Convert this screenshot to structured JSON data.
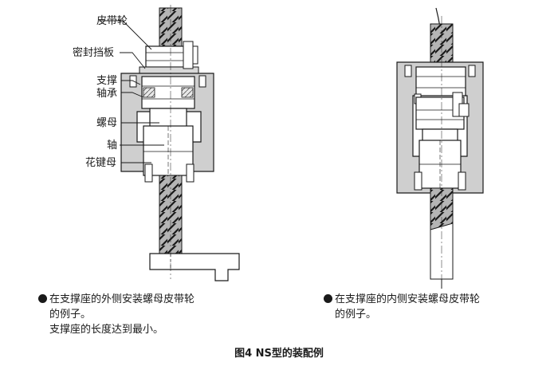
{
  "labels": {
    "belt_pulley": "皮带轮",
    "seal_plate": "密封挡板",
    "support_bearing_1": "支撑",
    "support_bearing_2": "轴承",
    "nut": "螺母",
    "shaft": "轴",
    "spline_nut": "花键母"
  },
  "captions": {
    "left_line1": "在支撑座的外侧安装螺母皮带轮",
    "left_line2": "的例子。",
    "left_line3": "支撑座的长度达到最小。",
    "right_line1": "在支撑座的内侧安装螺母皮带轮",
    "right_line2": "的例子。"
  },
  "figure_title": "图4 NS型的装配例",
  "colors": {
    "line": "#1a1a1a",
    "shade": "#cfcfcf",
    "shaft": "#9a9a9a"
  }
}
